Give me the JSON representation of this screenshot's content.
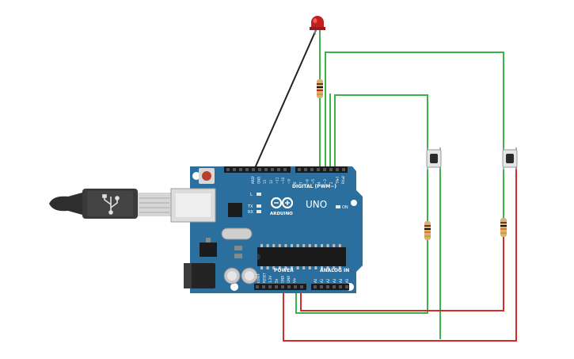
{
  "board": {
    "brand": "ARDUINO",
    "model": "UNO",
    "digital_label": "DIGITAL (PWM~)",
    "power_label": "POWER",
    "analog_label": "ANALOG IN",
    "on_label": "ON",
    "l_label": "L",
    "tx_label": "TX",
    "rx_label": "RX",
    "digital_pins": [
      "AREF",
      "GND",
      "13",
      "12",
      "~11",
      "~10",
      "~9",
      "8",
      "7",
      "~6",
      "~5",
      "4",
      "~3",
      "2",
      "TX▸1",
      "RX◂0"
    ],
    "power_pins": [
      "IOREF",
      "RESET",
      "3.3V",
      "5V",
      "GND",
      "GND",
      "Vin"
    ],
    "analog_pins": [
      "A0",
      "A1",
      "A2",
      "A3",
      "A4",
      "A5"
    ]
  },
  "colors": {
    "board": "#2a6f9e",
    "board_dark": "#1f5a82",
    "wire_green": "#3bb34a",
    "wire_red": "#d42a2a",
    "wire_black": "#222222",
    "led": "#c41e1e",
    "usb_body": "#333333",
    "usb_metal": "#cfcfcf"
  },
  "components": {
    "led": "red-led",
    "resistors": [
      "resistor-led",
      "resistor-button-1",
      "resistor-button-2"
    ],
    "buttons": [
      "pushbutton-1",
      "pushbutton-2"
    ],
    "usb": "usb-cable"
  }
}
